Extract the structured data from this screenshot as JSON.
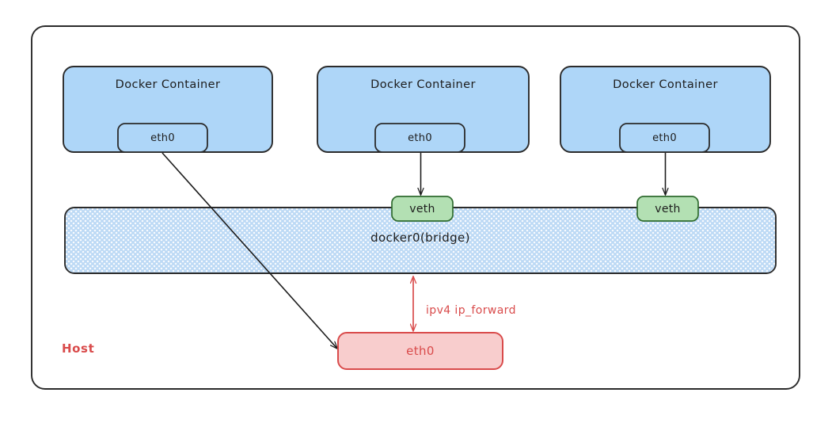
{
  "diagram": {
    "title_label": "Host",
    "host_box": {
      "name": "host-boundary"
    },
    "containers": [
      {
        "title": "Docker Container",
        "iface": "eth0"
      },
      {
        "title": "Docker Container",
        "iface": "eth0"
      },
      {
        "title": "Docker Container",
        "iface": "eth0"
      }
    ],
    "veths": [
      {
        "label": "veth"
      },
      {
        "label": "veth"
      }
    ],
    "bridge": {
      "label": "docker0(bridge)"
    },
    "host_iface": {
      "label": "eth0"
    },
    "forward_link": {
      "label": "ipv4 ip_forward"
    },
    "colors": {
      "container_fill": "#aed6f8",
      "container_stroke": "#2b2b2b",
      "iface_fill": "#aed6f8",
      "veth_fill": "#b3e0b3",
      "veth_stroke": "#2f6b2f",
      "bridge_fill": "#dbeafb",
      "bridge_stroke": "#2b2b2b",
      "host_iface_fill": "#f8cdcd",
      "host_iface_stroke": "#d94b4b",
      "red_accent": "#d94b4b",
      "text_dark": "#1d1d1d",
      "page_bg": "#ffffff"
    }
  }
}
